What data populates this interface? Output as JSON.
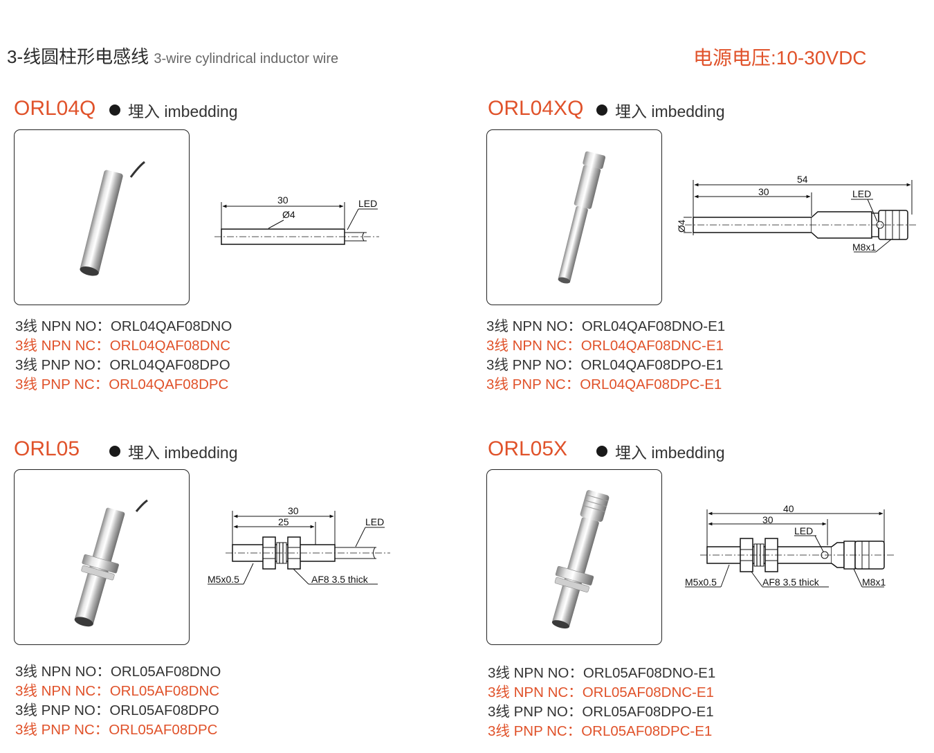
{
  "header": {
    "title_cn": "3-线圆柱形电感线",
    "title_en": "3-wire cylindrical inductor wire",
    "power_supply": "电源电压:10-30VDC"
  },
  "colors": {
    "accent": "#e0522a",
    "text": "#333333",
    "border": "#222222"
  },
  "products": [
    {
      "model": "ORL04Q",
      "mount_icon": "bullet-dot-icon",
      "mount": "埋入 imbedding",
      "drawing": {
        "length": "30",
        "diameter": "Ø4",
        "led": "LED"
      },
      "codes": [
        {
          "label": "3线 NPN NO：",
          "code": "ORL04QAF08DNO"
        },
        {
          "label": "3线 NPN NC：",
          "code": "ORL04QAF08DNC"
        },
        {
          "label": "3线 PNP NO：",
          "code": "ORL04QAF08DPO"
        },
        {
          "label": "3线 PNP NC：",
          "code": "ORL04QAF08DPC"
        }
      ]
    },
    {
      "model": "ORL04XQ",
      "mount_icon": "bullet-dot-icon",
      "mount": "埋入 imbedding",
      "drawing": {
        "total": "54",
        "length": "30",
        "diameter": "Ø4",
        "led": "LED",
        "connector": "M8x1"
      },
      "codes": [
        {
          "label": "3线 NPN NO：",
          "code": "ORL04QAF08DNO-E1"
        },
        {
          "label": "3线 NPN NC：",
          "code": "ORL04QAF08DNC-E1"
        },
        {
          "label": "3线 PNP NO：",
          "code": "ORL04QAF08DPO-E1"
        },
        {
          "label": "3线 PNP NC：",
          "code": "ORL04QAF08DPC-E1"
        }
      ]
    },
    {
      "model": "ORL05",
      "mount_icon": "bullet-dot-icon",
      "mount": "埋入 imbedding",
      "drawing": {
        "total": "30",
        "thread": "25",
        "led": "LED",
        "thread_spec": "M5x0.5",
        "nut": "AF8  3.5 thick"
      },
      "codes": [
        {
          "label": "3线 NPN NO：",
          "code": "ORL05AF08DNO"
        },
        {
          "label": "3线 NPN NC：",
          "code": "ORL05AF08DNC"
        },
        {
          "label": "3线 PNP NO：",
          "code": "ORL05AF08DPO"
        },
        {
          "label": "3线 PNP NC：",
          "code": "ORL05AF08DPC"
        }
      ]
    },
    {
      "model": "ORL05X",
      "mount_icon": "bullet-dot-icon",
      "mount": "埋入 imbedding",
      "drawing": {
        "total": "40",
        "length": "30",
        "led": "LED",
        "thread_spec": "M5x0.5",
        "nut": "AF8  3.5 thick",
        "connector": "M8x1"
      },
      "codes": [
        {
          "label": "3线 NPN NO：",
          "code": "ORL05AF08DNO-E1"
        },
        {
          "label": "3线 NPN NC：",
          "code": "ORL05AF08DNC-E1"
        },
        {
          "label": "3线 PNP NO：",
          "code": "ORL05AF08DPO-E1"
        },
        {
          "label": "3线 PNP NC：",
          "code": "ORL05AF08DPC-E1"
        }
      ]
    }
  ]
}
